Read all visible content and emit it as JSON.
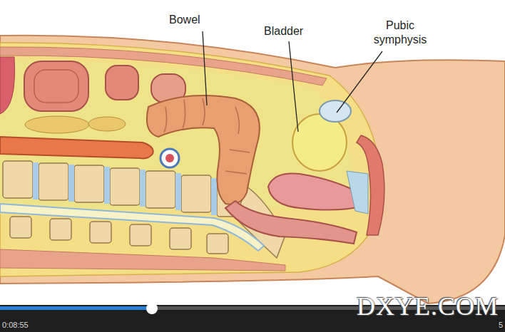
{
  "diagram": {
    "labels": [
      "Bowel",
      "Bladder",
      "Pubic symphysis",
      "DXYE.COM",
      "0:08:55",
      "5"
    ]
  }
}
